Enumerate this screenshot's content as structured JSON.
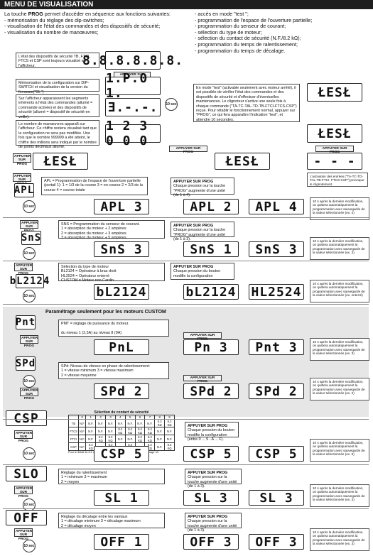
{
  "header": {
    "title": "MENU DE VISUALISATION"
  },
  "intro": {
    "lead_pre": "La touche ",
    "lead_key": "PROG",
    "lead_post": " permet d'accéder en séquence aux fonctions suivantes:",
    "left_items": [
      "mémorisation du réglage des dip-switches;",
      "visualisation de l'état des commandes et des dispositifs de sécurité;",
      "visualisation du nombre de manœuvres;"
    ],
    "right_items": [
      "accès en mode \"test \";",
      "programmation de l'espace de l'ouverture partielle;",
      "programmation du senseur de courant;",
      "sélection du type de moteur;",
      "sélection du contact de sécurité (N.F./8.2 kΩ);",
      "programmation du temps de ralentissement;",
      "programmation du temps de décalage."
    ]
  },
  "labels": {
    "appuyer": "APPUYER SUR PROG",
    "appuyer_short": "APPUYER SUR PROG",
    "timer": "10 sec",
    "custom_title": "Paramétrage seulement pour les moteurs CUSTOM"
  },
  "info": {
    "status": "L'état des dispositifs de sécurité TB, FTCI, FTCS et CSP sont toujours visualisé sur l'afficheur.",
    "dip": "Mémorisation de la configuration sur DIP-SWITCH et visualisation de la version du firmware(\"01.\")",
    "segments": "Sur l'afficheur apparaissent les segments inhérents à l'état des commandes (allumé = commande activée) et des dispositifs de sécurité (allumé = dispositif de sécurité en veille).",
    "count": "Le nombre de manœuvres apparaît sur l'afficheur. Ce chiffre restera visualisé tant que la configuration ne sera pas modifiée. Une fois que le nombre 999999 a été atteint, le chiffre des millions sera indiqué par le nombre de points décimaux allumé.",
    "test": "En mode \"test\" (activable seulement avec moteur arrêté), il est possible de vérifier l'état des commandes et des dispositifs de sécurité et d'effectuer d'éventuelles maintenances. Le clignoteur s'active une seule fois à chaque commande (\"TA-TC-TAL-TD-TB-FTCI-FTCS-CSP\") reçue. Pour rétablir le fonctionnement normal, appuyer sur \"PROG\", ce qui fera apparaître l'indication \"test\", et attendre 10 secondes.",
    "test_act": "L'activation des entrées (\"TA-TC-TD-TAL-TB-FTCI- FTCS-CSP\") provoque le clignotement.",
    "apl": "APL = Programmation de l'espace de l'ouverture partielle (portail 1):\n1 = 1/3 de la course      3 = en course\n2 = 2/3 de la course      4 = course totale",
    "apl_r": "Chaque pression sur la touche \"PROG\" augmente d'une unité (de 1 à 4).",
    "sns": "SNS = Programmation du senseur de courant.\n1 = absorption du moteur + 2 ampères\n2 = absorption du moteur + 3 ampères\n3 = absorption du moteur + 5 ampères",
    "sns_r": "Chaque pression sur la touche \"PROG\" augmente d'une unité (de 1 à 3).",
    "mot": "Sélection du type de moteur\nBL2124 = Opérateur à bras droit\nHL2524 = Opérateur enterré\nCUSTOM = Moteur non Cardin",
    "mot_r": "Chaque pression du bouton modifie la configuration",
    "pmt": "PMT = réglage de puissance du moteur.\n\ndu niveau 1 (2,5A) au niveau 8 (9A)",
    "spd": "SPd: Niveau de vitesse en phase de ralentissement:\n1 = vitesse minimum      3 = vitesse maximum\n2 = vitesse moyenne",
    "csp_title": "Sélection du contact de sécurité",
    "csp_note": "Pour le détail de 8.2 consulter le paragraphe \"sélection du contact\" page 43",
    "csp_r": "Chaque pression du bouton modifie la configuration (entre 0 ... 9 - A ... F).",
    "slow": "Réglage du ralentissement\n1 = minimum      3 = maximum\n2 = moyen",
    "slow_r": "Chaque pression sur la touche augmente d'une unité (de 1 à 3).",
    "offset": "Réglage du décalage entre les vantaux\n1 = décalage minimum      3 = décalage maximum\n2 = décalage moyen",
    "offset_r": "Chaque pression sur la touche augmente d'une unité (de 1 à 3).",
    "auto_save_4": "10 s après la dernière modification, on quittera automatiquement la programmation avec sauvegarde de la valeur sélectionnée (ex. 4)",
    "auto_save_3": "10 s après la dernière modification, on quittera automatiquement la programmation avec sauvegarde de la valeur sélectionnée (ex. 3)",
    "auto_save_e": "10 s après la dernière modification, on quittera automatiquement la programmation avec sauvegarde de la valeur sélectionnée (ex. enterré)",
    "auto_save_2": "10 s après la dernière modification, on quittera automatiquement la programmation avec sauvegarde de la valeur sélectionnée (ex. 2)",
    "auto_save_5": "10 s après la dernière modification, on quittera automatiquement la programmation avec sauvegarde de la valeur sélectionnée (ex. 5)"
  },
  "displays": {
    "d_status": "8.8.8.8.8.8.",
    "d_fw": "1.P.0 1.",
    "d_seg": "Ǝ.-.-.",
    "d_count": "1 2 3 0 0 0",
    "d_test1": "ŁESŁ",
    "d_test2": "ŁESŁ",
    "d_test3": "ŁESŁ",
    "d_test4": "ŁESŁ",
    "d_test5": "- - -",
    "apl0": "APL",
    "apl1": "APL 3",
    "apl2": "APL 2",
    "apl3": "APL 4",
    "sns0": "SnS",
    "sns1": "SnS 3",
    "sns2": "SnS 1",
    "sns3": "SnS 3",
    "mot0": "bL2124",
    "mot1": "bL2124",
    "mot2": "bL2124",
    "mot3": "HL2524",
    "pmt0": "Pnt",
    "pmt1": "PnL",
    "pmt2": "Pn 3",
    "pmt3": "Pnt 3",
    "spd0": "SPd",
    "spd1": "SPd 2",
    "spd2": "SPd 2",
    "spd3": "SPd 2",
    "csp0": "CSP",
    "csp1": "CSP 5",
    "csp2": "CSP 5",
    "csp3": "CSP 5",
    "slo0": "SLO",
    "slo1": "SL 1",
    "slo2": "SL 3",
    "slo3": "SL 3",
    "off0": "OFF",
    "off1": "OFF 1",
    "off2": "OFF 3",
    "off3": "OFF 3"
  },
  "csp_table": {
    "header": [
      "",
      "0",
      "1",
      "2",
      "3",
      "4",
      "5",
      "6",
      "7",
      "8",
      "9"
    ],
    "rows": [
      [
        "TB",
        "N.F.",
        "N.F.",
        "N.F.",
        "N.F.",
        "N.F.",
        "N.F.",
        "N.F.",
        "N.F.",
        "8.2 KΩ",
        "8.2 KΩ"
      ],
      [
        "FTCS",
        "N.F.",
        "N.F.",
        "N.F.",
        "N.F.",
        "8.2 KΩ",
        "8.2 KΩ",
        "8.2 KΩ",
        "8.2 KΩ",
        "N.F.",
        "N.F."
      ],
      [
        "FTCI",
        "N.F.",
        "N.F.",
        "8.2 KΩ",
        "8.2 KΩ",
        "N.F.",
        "N.F.",
        "8.2 KΩ",
        "8.2 KΩ",
        "N.F.",
        "N.F."
      ],
      [
        "CSP",
        "N.F.",
        "8.2 KΩ",
        "N.F.",
        "8.2 KΩ",
        "N.F.",
        "8.2 KΩ",
        "N.F.",
        "8.2 KΩ",
        "N.F.",
        "8.2 KΩ"
      ]
    ]
  }
}
